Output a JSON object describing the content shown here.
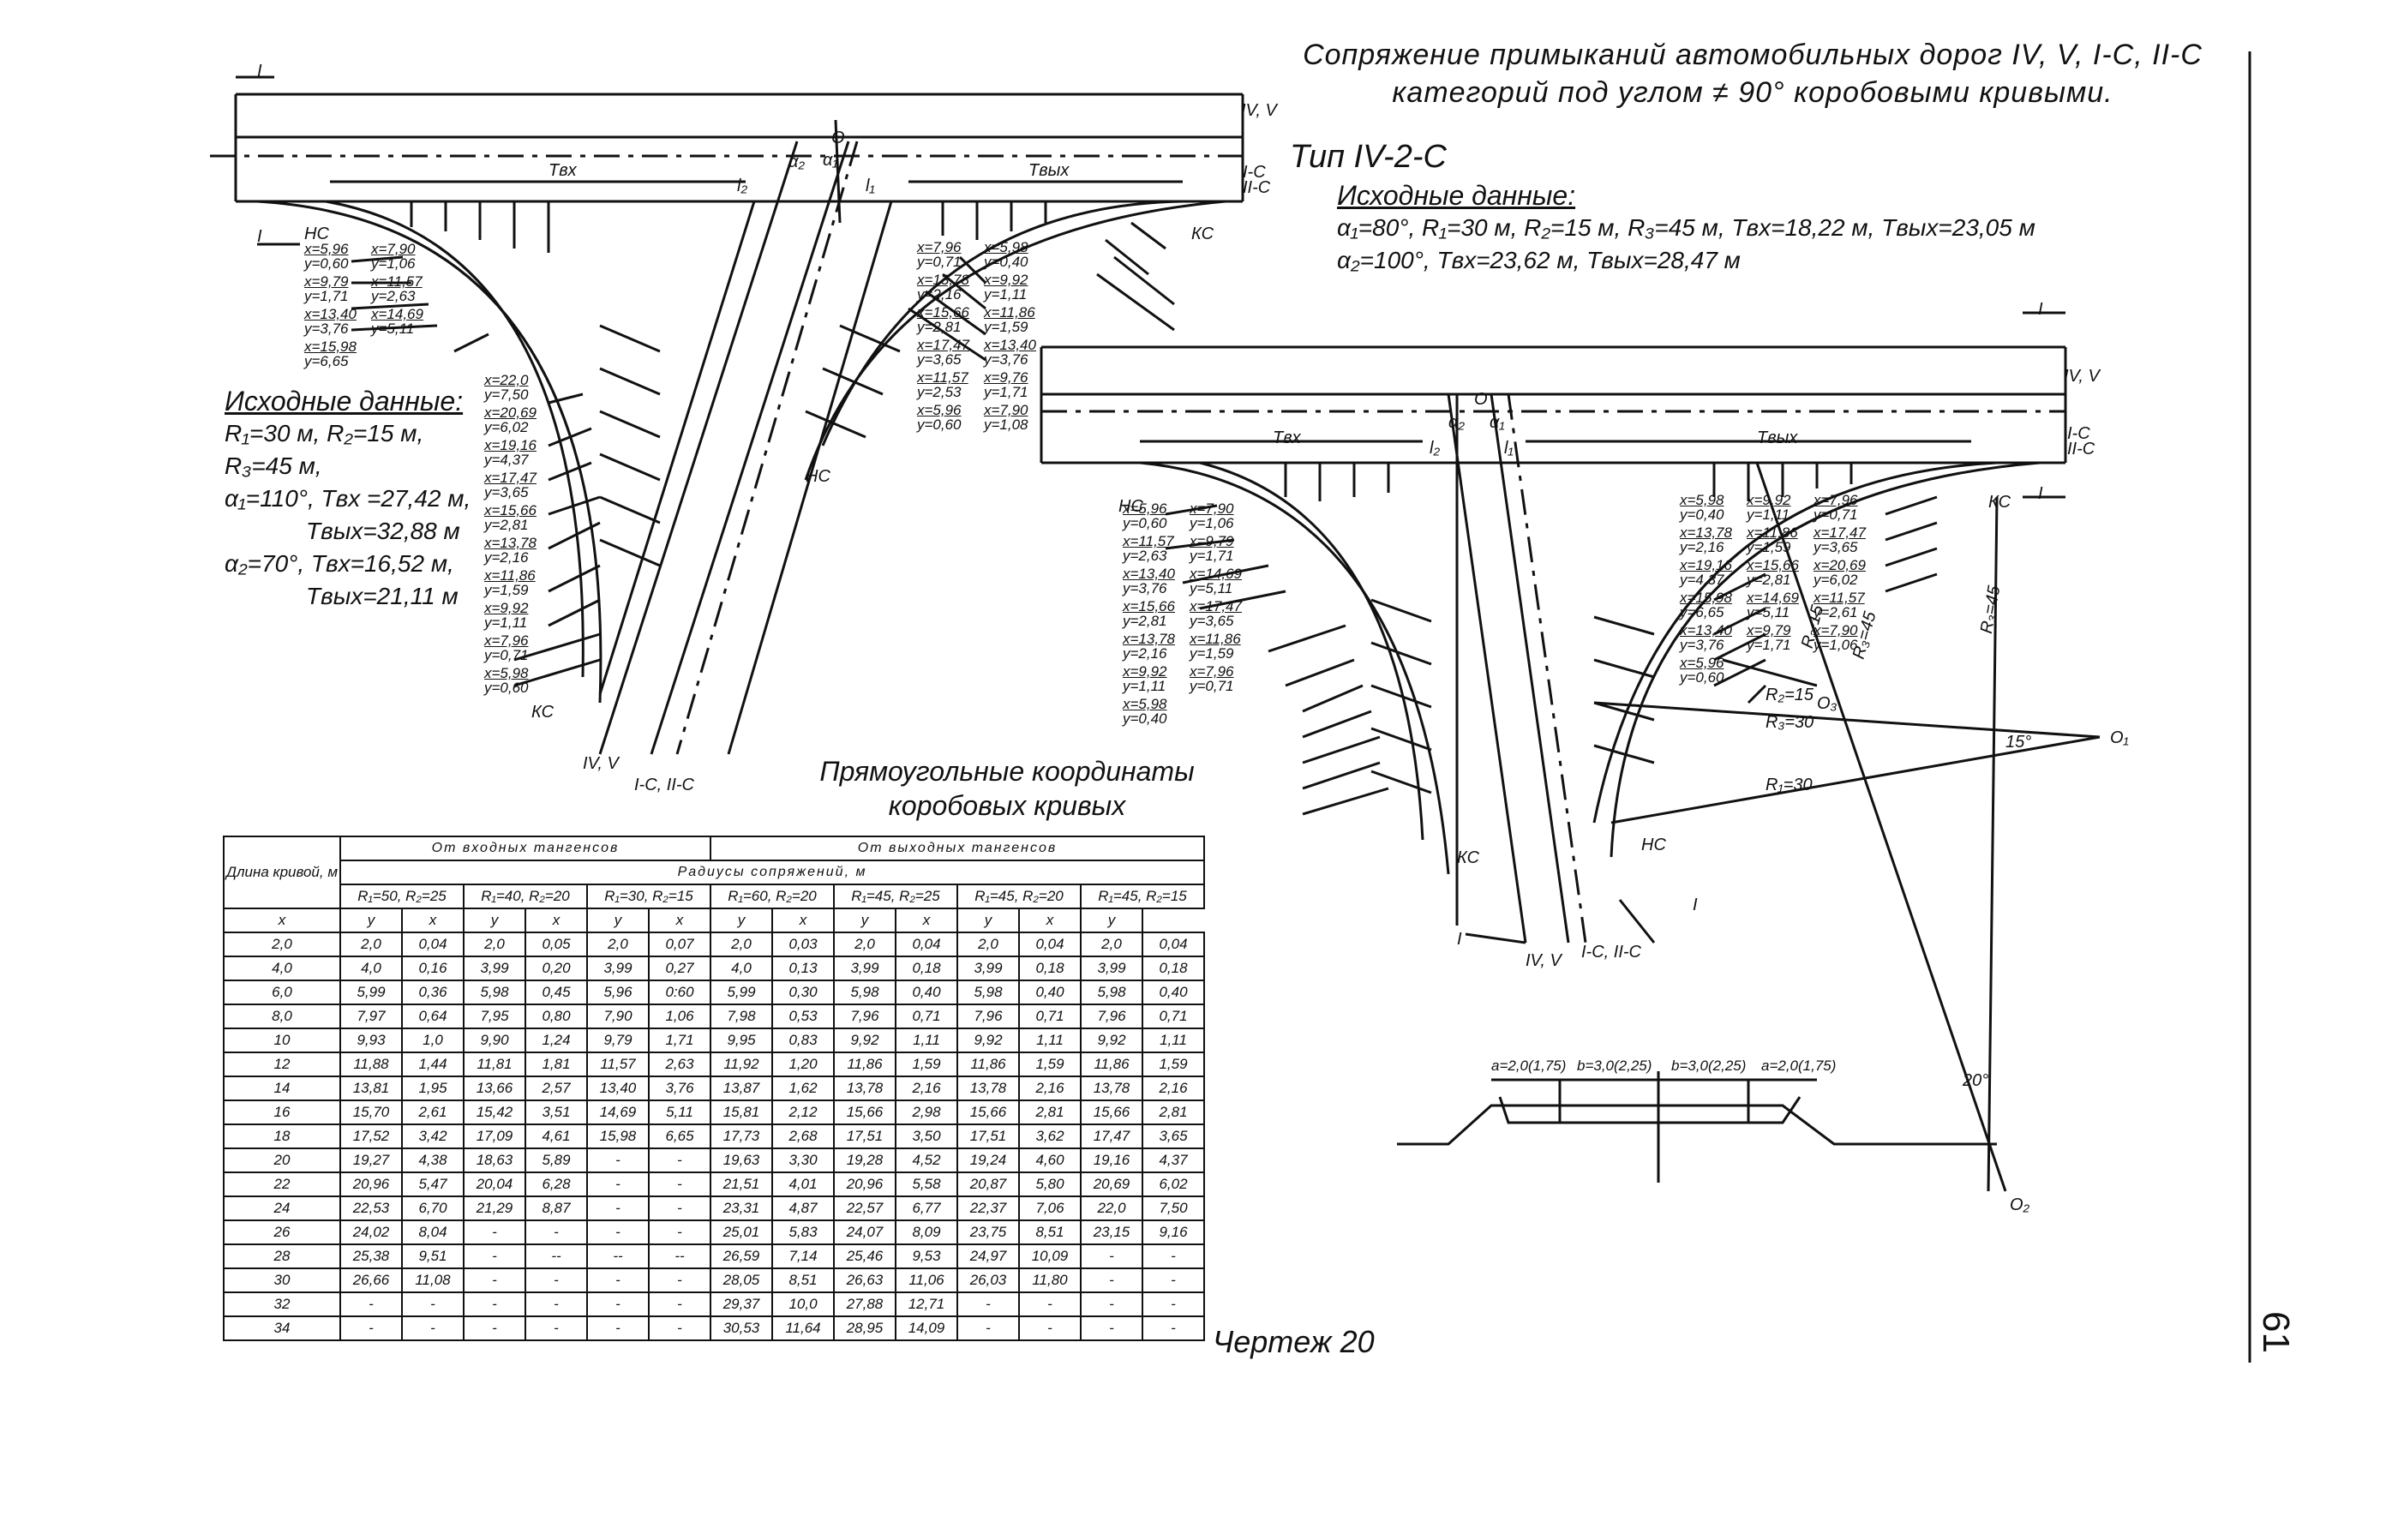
{
  "title": "Сопряжение примыканий автомобильных дорог IV, V, I-С, II-С категорий под углом ≠ 90° коробовыми кривыми.",
  "type_label": "Тип IV-2-С",
  "right_data": {
    "heading": "Исходные данные:",
    "line1": "α₁=80°, R₁=30 м, R₂=15 м, R₃=45 м, Tвх=18,22 м, Tвых=23,05 м",
    "line2": "α₂=100°, Tвх=23,62 м, Tвых=28,47 м"
  },
  "left_data": {
    "heading": "Исходные данные:",
    "lines": [
      "R₁=30 м, R₂=15 м,",
      "R₃=45 м,",
      "α₁=110°, Tвх =27,42 м,",
      "Tвых=32,88 м",
      "α₂=70°, Tвх=16,52 м,",
      "Tвых=21,11 м"
    ]
  },
  "caption": [
    "Прямоугольные координаты",
    "коробовых кривых"
  ],
  "drawing_number": "Чертеж 20",
  "page_number": "61",
  "road_labels": {
    "iv_v": "IV, V",
    "ic_iic": "I-С, II-С",
    "ic": "I-С",
    "iic": "II-С",
    "num1": "I",
    "hc": "НС",
    "kc": "КС",
    "o": "O",
    "o1": "O₁",
    "o2": "O₂",
    "o3": "O₃",
    "a1": "α₁",
    "a2": "α₂",
    "l1": "l₁",
    "l2": "l₂",
    "r1_30": "R₁=30",
    "r2_15": "R₂=15",
    "r3_30": "R₃=30",
    "r3_45": "R₃=45",
    "r2_15b": "R₂-15",
    "angle15": "15°",
    "angle20": "20°",
    "tvh": "Tвх",
    "tvyh": "Tвых"
  },
  "profile_labels": [
    "a=2,0(1,75)",
    "b=3,0(2,25)",
    "b=3,0(2,25)",
    "a=2,0(1,75)"
  ],
  "point_labels": {
    "left_upper": [
      {
        "x": "x=5,96",
        "y": "y=0,60"
      },
      {
        "x": "x=7,90",
        "y": "y=1,06"
      },
      {
        "x": "x=9,79",
        "y": "y=1,71"
      },
      {
        "x": "x=11,57",
        "y": "y=2,63"
      },
      {
        "x": "x=13,40",
        "y": "y=3,76"
      },
      {
        "x": "x=14,69",
        "y": "y=5,11"
      },
      {
        "x": "x=15,98",
        "y": "y=6,65"
      }
    ],
    "left_lower": [
      {
        "x": "x=22,0",
        "y": "y=7,50"
      },
      {
        "x": "x=20,69",
        "y": "y=6,02"
      },
      {
        "x": "x=19,16",
        "y": "y=4,37"
      },
      {
        "x": "x=17,47",
        "y": "y=3,65"
      },
      {
        "x": "x=15,66",
        "y": "y=2,81"
      },
      {
        "x": "x=13,78",
        "y": "y=2,16"
      },
      {
        "x": "x=11,86",
        "y": "y=1,59"
      },
      {
        "x": "x=9,92",
        "y": "y=1,11"
      },
      {
        "x": "x=7,96",
        "y": "y=0,71"
      },
      {
        "x": "x=5,98",
        "y": "y=0,60"
      }
    ],
    "mid_upper": [
      {
        "x": "x=7,96",
        "y": "y=0,71"
      },
      {
        "x": "x=5,98",
        "y": "y=0,40"
      },
      {
        "x": "x=13,78",
        "y": "y=2,16"
      },
      {
        "x": "x=9,92",
        "y": "y=1,11"
      },
      {
        "x": "x=15,66",
        "y": "y=2,81"
      },
      {
        "x": "x=11,86",
        "y": "y=1,59"
      },
      {
        "x": "x=17,47",
        "y": "y=3,65"
      },
      {
        "x": "x=13,40",
        "y": "y=3,76"
      },
      {
        "x": "x=11,57",
        "y": "y=2,53"
      },
      {
        "x": "x=9,76",
        "y": "y=1,71"
      },
      {
        "x": "x=5,96",
        "y": "y=0,60"
      },
      {
        "x": "x=7,90",
        "y": "y=1,08"
      }
    ],
    "right_left": [
      {
        "x": "x=5,96",
        "y": "y=0,60"
      },
      {
        "x": "x=7,90",
        "y": "y=1,06"
      },
      {
        "x": "x=11,57",
        "y": "y=2,63"
      },
      {
        "x": "x=9,79",
        "y": "y=1,71"
      },
      {
        "x": "x=13,40",
        "y": "y=3,76"
      },
      {
        "x": "x=14,69",
        "y": "y=5,11"
      },
      {
        "x": "x=15,66",
        "y": "y=2,81"
      },
      {
        "x": "x=17,47",
        "y": "y=3,65"
      },
      {
        "x": "x=13,78",
        "y": "y=2,16"
      },
      {
        "x": "x=11,86",
        "y": "y=1,59"
      },
      {
        "x": "x=9,92",
        "y": "y=1,11"
      },
      {
        "x": "x=7,96",
        "y": "y=0,71"
      },
      {
        "x": "x=5,98",
        "y": "y=0,40"
      }
    ],
    "right_right": [
      {
        "x": "x=5,98",
        "y": "y=0,40"
      },
      {
        "x": "x=9,92",
        "y": "y=1,11"
      },
      {
        "x": "x=7,96",
        "y": "y=0,71"
      },
      {
        "x": "x=13,78",
        "y": "y=2,16"
      },
      {
        "x": "x=11,86",
        "y": "y=1,59"
      },
      {
        "x": "x=17,47",
        "y": "y=3,65"
      },
      {
        "x": "x=19,16",
        "y": "y=4,37"
      },
      {
        "x": "x=15,66",
        "y": "y=2,81"
      },
      {
        "x": "x=20,69",
        "y": "y=6,02"
      },
      {
        "x": "x=15,98",
        "y": "y=6,65"
      },
      {
        "x": "x=14,69",
        "y": "y=5,11"
      },
      {
        "x": "x=11,57",
        "y": "y=2,61"
      },
      {
        "x": "x=13,40",
        "y": "y=3,76"
      },
      {
        "x": "x=9,79",
        "y": "y=1,71"
      },
      {
        "x": "x=7,90",
        "y": "y=1,06"
      },
      {
        "x": "x=5,96",
        "y": "y=0,60"
      }
    ]
  },
  "table": {
    "col_length": "Длина кривой, м",
    "group_in": "От входных тангенсов",
    "group_out": "От выходных тангенсов",
    "radii_title": "Радиусы сопряжений, м",
    "radii": [
      "R₁=50, R₂=25",
      "R₁=40, R₂=20",
      "R₁=30, R₂=15",
      "R₁=60, R₂=20",
      "R₁=45, R₂=25",
      "R₁=45, R₂=20",
      "R₁=45, R₂=15"
    ],
    "xy": [
      "x",
      "y"
    ],
    "rows": [
      [
        "2,0",
        "2,0",
        "0,04",
        "2,0",
        "0,05",
        "2,0",
        "0,07",
        "2,0",
        "0,03",
        "2,0",
        "0,04",
        "2,0",
        "0,04",
        "2,0",
        "0,04"
      ],
      [
        "4,0",
        "4,0",
        "0,16",
        "3,99",
        "0,20",
        "3,99",
        "0,27",
        "4,0",
        "0,13",
        "3,99",
        "0,18",
        "3,99",
        "0,18",
        "3,99",
        "0,18"
      ],
      [
        "6,0",
        "5,99",
        "0,36",
        "5,98",
        "0,45",
        "5,96",
        "0:60",
        "5,99",
        "0,30",
        "5,98",
        "0,40",
        "5,98",
        "0,40",
        "5,98",
        "0,40"
      ],
      [
        "8,0",
        "7,97",
        "0,64",
        "7,95",
        "0,80",
        "7,90",
        "1,06",
        "7,98",
        "0,53",
        "7,96",
        "0,71",
        "7,96",
        "0,71",
        "7,96",
        "0,71"
      ],
      [
        "10",
        "9,93",
        "1,0",
        "9,90",
        "1,24",
        "9,79",
        "1,71",
        "9,95",
        "0,83",
        "9,92",
        "1,11",
        "9,92",
        "1,11",
        "9,92",
        "1,11"
      ],
      [
        "12",
        "11,88",
        "1,44",
        "11,81",
        "1,81",
        "11,57",
        "2,63",
        "11,92",
        "1,20",
        "11,86",
        "1,59",
        "11,86",
        "1,59",
        "11,86",
        "1,59"
      ],
      [
        "14",
        "13,81",
        "1,95",
        "13,66",
        "2,57",
        "13,40",
        "3,76",
        "13,87",
        "1,62",
        "13,78",
        "2,16",
        "13,78",
        "2,16",
        "13,78",
        "2,16"
      ],
      [
        "16",
        "15,70",
        "2,61",
        "15,42",
        "3,51",
        "14,69",
        "5,11",
        "15,81",
        "2,12",
        "15,66",
        "2,98",
        "15,66",
        "2,81",
        "15,66",
        "2,81"
      ],
      [
        "18",
        "17,52",
        "3,42",
        "17,09",
        "4,61",
        "15,98",
        "6,65",
        "17,73",
        "2,68",
        "17,51",
        "3,50",
        "17,51",
        "3,62",
        "17,47",
        "3,65"
      ],
      [
        "20",
        "19,27",
        "4,38",
        "18,63",
        "5,89",
        "-",
        "-",
        "19,63",
        "3,30",
        "19,28",
        "4,52",
        "19,24",
        "4,60",
        "19,16",
        "4,37"
      ],
      [
        "22",
        "20,96",
        "5,47",
        "20,04",
        "6,28",
        "-",
        "-",
        "21,51",
        "4,01",
        "20,96",
        "5,58",
        "20,87",
        "5,80",
        "20,69",
        "6,02"
      ],
      [
        "24",
        "22,53",
        "6,70",
        "21,29",
        "8,87",
        "-",
        "-",
        "23,31",
        "4,87",
        "22,57",
        "6,77",
        "22,37",
        "7,06",
        "22,0",
        "7,50"
      ],
      [
        "26",
        "24,02",
        "8,04",
        "-",
        "-",
        "-",
        "-",
        "25,01",
        "5,83",
        "24,07",
        "8,09",
        "23,75",
        "8,51",
        "23,15",
        "9,16"
      ],
      [
        "28",
        "25,38",
        "9,51",
        "-",
        "--",
        "--",
        "--",
        "26,59",
        "7,14",
        "25,46",
        "9,53",
        "24,97",
        "10,09",
        "-",
        "-"
      ],
      [
        "30",
        "26,66",
        "11,08",
        "-",
        "-",
        "-",
        "-",
        "28,05",
        "8,51",
        "26,63",
        "11,06",
        "26,03",
        "11,80",
        "-",
        "-"
      ],
      [
        "32",
        "-",
        "-",
        "-",
        "-",
        "-",
        "-",
        "29,37",
        "10,0",
        "27,88",
        "12,71",
        "-",
        "-",
        "-",
        "-"
      ],
      [
        "34",
        "-",
        "-",
        "-",
        "-",
        "-",
        "-",
        "30,53",
        "11,64",
        "28,95",
        "14,09",
        "-",
        "-",
        "-",
        "-"
      ]
    ]
  }
}
